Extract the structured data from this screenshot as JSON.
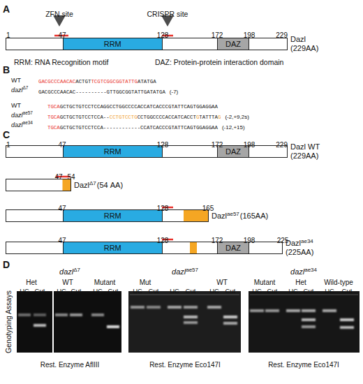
{
  "diagram": {
    "nodes": [
      {
        "text": [
          "Dazl (229AA)"
        ]
      },
      {
        "text": [
          "RRM"
        ],
        "in": 0
      },
      {
        "text": [
          "DAZ"
        ],
        "in": 0
      },
      {
        "text": [
          "Dazl WT (229AA)"
        ]
      },
      {
        "text": [
          "RRM"
        ],
        "in": 3
      },
      {
        "text": [
          "DAZ"
        ],
        "in": 3
      },
      {
        "text": [
          "Dazl",
          "Δ7",
          "(54 AA)"
        ]
      },
      {
        "text": [
          "Dazl",
          "ae57",
          "(165AA)"
        ]
      },
      {
        "text": [
          "RRM"
        ],
        "in": 7
      },
      {
        "text": [
          "Dazl",
          "ae34",
          "(225AA)"
        ]
      },
      {
        "text": [
          "RRM"
        ],
        "in": 9
      },
      {
        "text": [
          "DAZ"
        ],
        "in": 9
      }
    ],
    "labels": [
      "A",
      "ZFN site",
      "CRISPR site",
      "1",
      "47",
      "128",
      "172",
      "198",
      "229",
      "RRM: RNA Recognition motif",
      "DAZ: Protein-protein interaction domain",
      "B",
      "WT",
      "GACGCCCAACAC",
      "ACTGT",
      "TCGTCGGCGGTATTG",
      "ATATGA",
      "dazl",
      "Δ7",
      "GACGCCCAACAC----------GTTGGCGGTATTGATATGA",
      "(-7)",
      "WT",
      "TGCA",
      "GCTGCTGTCCTCCAGGCCTGGCCCCACCATCACCCGTATTCAGTGGAGGAA",
      "dazl",
      "ae57",
      "TGCA",
      "GCTGCTGTCCTCCA--",
      "CCTGTCCTG",
      "CCTGGCCCCACCATCACCT",
      "G",
      "TATTTA",
      "G",
      "(-2,+9,2s)",
      "dazl",
      "ae34",
      "TGCA",
      "GCTGCTGTCCTCCA------------CCATCACCCGTATTCAGTGGAGGAA",
      "(-12,+15)",
      "C",
      "1",
      "47",
      "128",
      "172",
      "198",
      "229",
      "47",
      "54",
      "47",
      "128",
      "165",
      "47",
      "128",
      "172",
      "198",
      "225",
      "D",
      "Genotyping Assays",
      "dazl",
      "Δ7",
      "Het",
      "WT",
      "Mutant",
      "UC",
      "Cut",
      "UC",
      "Cut",
      "UC",
      "Cut",
      "Rest. Enzyme AflIII",
      "dazl",
      "ae57",
      "Mut",
      "WT",
      "UC",
      "Cut",
      "UC",
      "Cut",
      "UC",
      "Cut",
      "Rest. Enzyme Eco147I",
      "dazl",
      "ae34",
      "Mutant",
      "Het",
      "Wild-type",
      "UC",
      "Cut",
      "UC",
      "Cut",
      "UC",
      "Cut",
      "Rest. Enzyme Eco147I"
    ]
  }
}
